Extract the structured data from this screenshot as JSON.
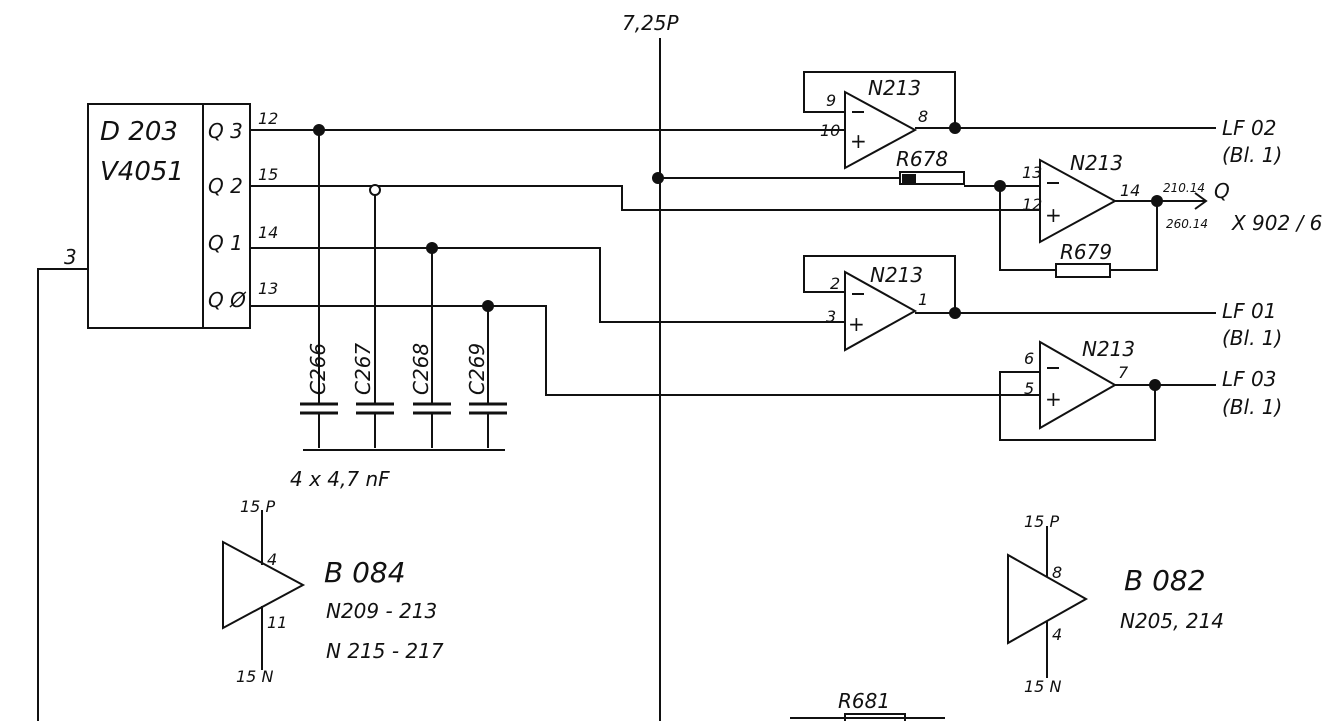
{
  "supply_label": "7,25P",
  "ic_d203": {
    "name": "D 203",
    "type": "V4051",
    "input_pin": "3",
    "outputs": [
      {
        "label": "Q 3",
        "pin": "12"
      },
      {
        "label": "Q 2",
        "pin": "15"
      },
      {
        "label": "Q 1",
        "pin": "14"
      },
      {
        "label": "Q Ø",
        "pin": "13"
      }
    ]
  },
  "capacitors": [
    "C266",
    "C267",
    "C268",
    "C269"
  ],
  "cap_value": "4 x 4,7 nF",
  "opamps": [
    {
      "name": "N213",
      "in_minus": "9",
      "in_plus": "10",
      "out": "8"
    },
    {
      "name": "N213",
      "in_minus": "13",
      "in_plus": "12",
      "out": "14"
    },
    {
      "name": "N213",
      "in_minus": "2",
      "in_plus": "3",
      "out": "1"
    },
    {
      "name": "N213",
      "in_minus": "6",
      "in_plus": "5",
      "out": "7"
    }
  ],
  "resistors": [
    "R678",
    "R679",
    "R681"
  ],
  "outputs": [
    {
      "name": "LF 02",
      "sheet": "(Bl. 1)"
    },
    {
      "name": "LF 01",
      "sheet": "(Bl. 1)"
    },
    {
      "name": "LF 03",
      "sheet": "(Bl. 1)"
    }
  ],
  "connector": {
    "ref_top": "210.14",
    "ref_bottom": "260.14",
    "signal": "Q",
    "name": "X 902 / 6"
  },
  "signs": {
    "minus": "−",
    "plus": "+"
  },
  "legend_b084": {
    "supply_pos": "15 P",
    "supply_neg": "15 N",
    "pin_pos": "4",
    "pin_neg": "11",
    "type": "B 084",
    "refs1": "N209 - 213",
    "refs2": "N 215 - 217"
  },
  "legend_b082": {
    "supply_pos": "15 P",
    "supply_neg": "15 N",
    "pin_pos": "8",
    "pin_neg": "4",
    "type": "B 082",
    "refs": "N205, 214"
  }
}
